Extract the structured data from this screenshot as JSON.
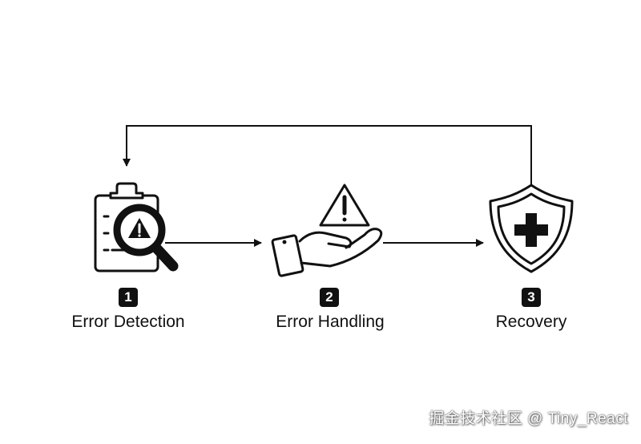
{
  "steps": [
    {
      "number": "1",
      "label": "Error Detection",
      "icon": "clipboard-magnifier-warning-icon"
    },
    {
      "number": "2",
      "label": "Error Handling",
      "icon": "hand-holding-warning-icon"
    },
    {
      "number": "3",
      "label": "Recovery",
      "icon": "shield-cross-icon"
    }
  ],
  "watermark": "掘金技术社区 @ Tiny_React",
  "colors": {
    "stroke": "#111111",
    "background": "#ffffff"
  }
}
